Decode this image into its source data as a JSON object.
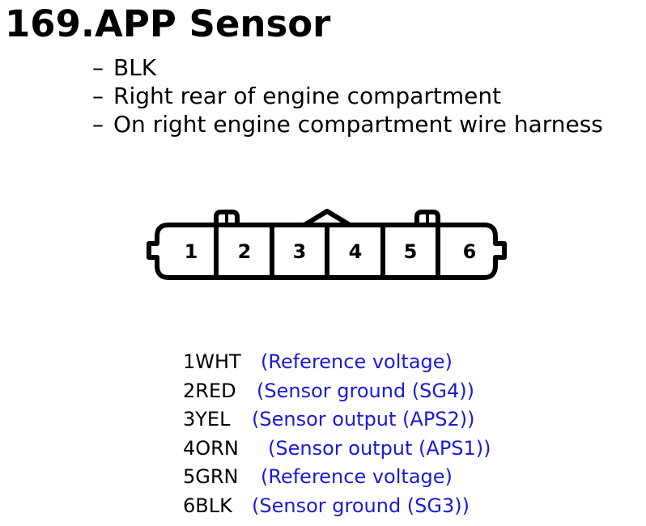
{
  "title": "169.APP Sensor",
  "notes": [
    "BLK",
    "Right rear of engine compartment",
    "On right engine compartment wire harness"
  ],
  "note_dash": "–",
  "connector": {
    "pins": [
      "1",
      "2",
      "3",
      "4",
      "5",
      "6"
    ]
  },
  "pin_list": [
    {
      "code": "1WHT",
      "desc": "(Reference voltage)"
    },
    {
      "code": "2RED",
      "desc": "(Sensor ground (SG4))"
    },
    {
      "code": "3YEL",
      "desc": "(Sensor output (APS2))"
    },
    {
      "code": "4ORN",
      "desc": "(Sensor output (APS1))"
    },
    {
      "code": "5GRN",
      "desc": "(Reference voltage)"
    },
    {
      "code": "6BLK",
      "desc": "(Sensor ground (SG3))"
    }
  ],
  "colors": {
    "text": "#000000",
    "description": "#1a1ad6",
    "outline": "#000000"
  }
}
